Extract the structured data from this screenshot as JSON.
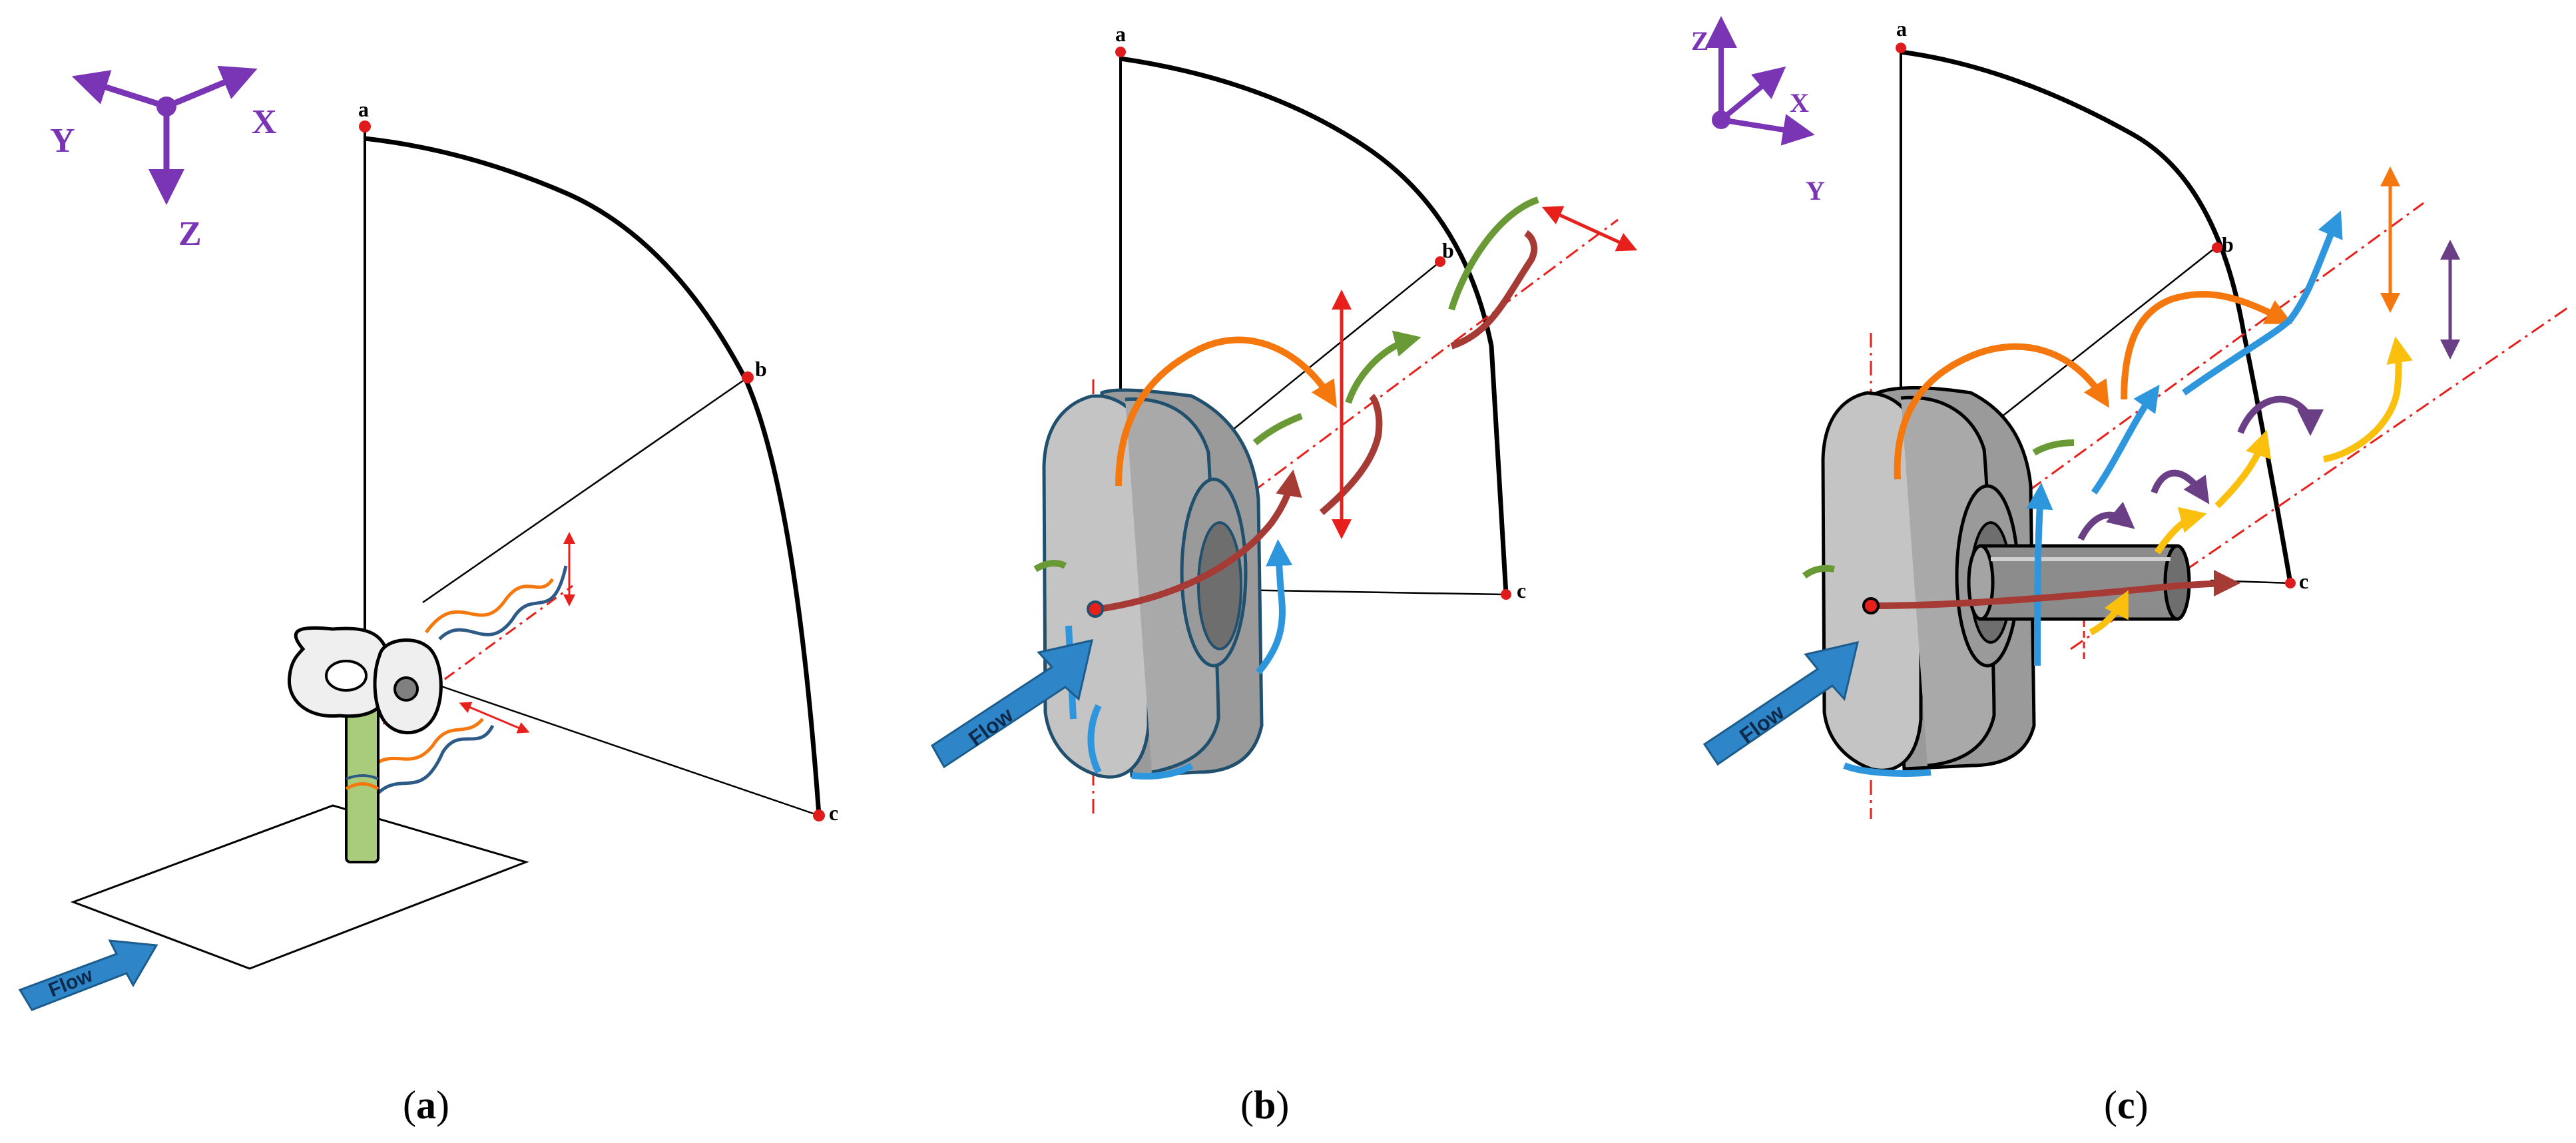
{
  "panels": [
    {
      "id": "a",
      "caption_open": "(",
      "caption_letter": "a",
      "caption_close": ")",
      "points": [
        "a",
        "b",
        "c"
      ],
      "axes": [
        "X",
        "Y",
        "Z"
      ],
      "flow_label": "Flow"
    },
    {
      "id": "b",
      "caption_open": "(",
      "caption_letter": "b",
      "caption_close": ")",
      "points": [
        "a",
        "b",
        "c"
      ],
      "flow_label": "Flow"
    },
    {
      "id": "c",
      "caption_open": "(",
      "caption_letter": "c",
      "caption_close": ")",
      "points": [
        "a",
        "b",
        "c"
      ],
      "axes": [
        "X",
        "Y",
        "Z"
      ],
      "flow_label": "Flow"
    }
  ],
  "colors": {
    "axis_purple": "#7a35b5",
    "flow_blue": "#2e86c9",
    "orange": "#f5780f",
    "green": "#6a9a36",
    "dark_red": "#a63a35",
    "blue": "#2e96dc",
    "yellow": "#fbc00e",
    "purple": "#6a3f86",
    "red": "#e8201c",
    "gray_body": "#c3c3c3",
    "gray_dark": "#7b7b7b",
    "stem_green": "#a8cc7c"
  }
}
